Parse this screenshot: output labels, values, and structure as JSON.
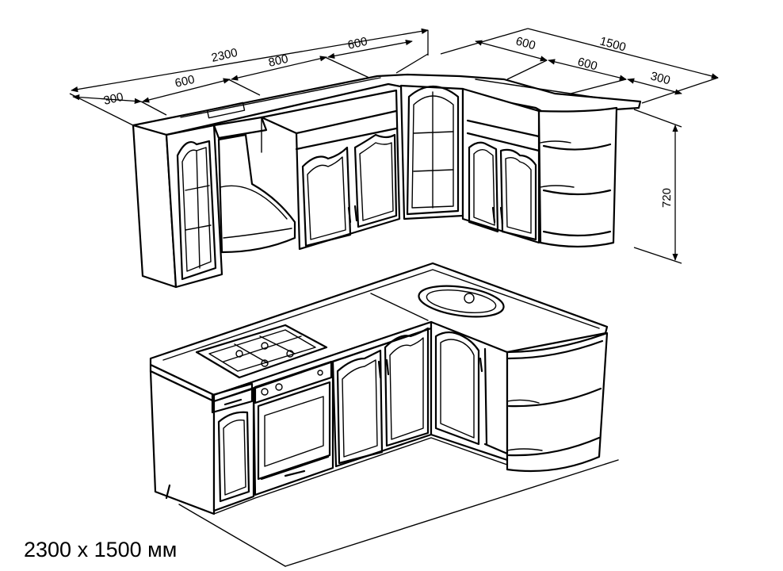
{
  "caption": "2300 x 1500 мм",
  "dimensions": {
    "total_left": "2300",
    "seg_300_left": "300",
    "seg_600_left": "600",
    "seg_800": "800",
    "seg_600_corner": "600",
    "total_right": "1500",
    "seg_600_r1": "600",
    "seg_600_r2": "600",
    "seg_300_right": "300",
    "height": "720"
  }
}
